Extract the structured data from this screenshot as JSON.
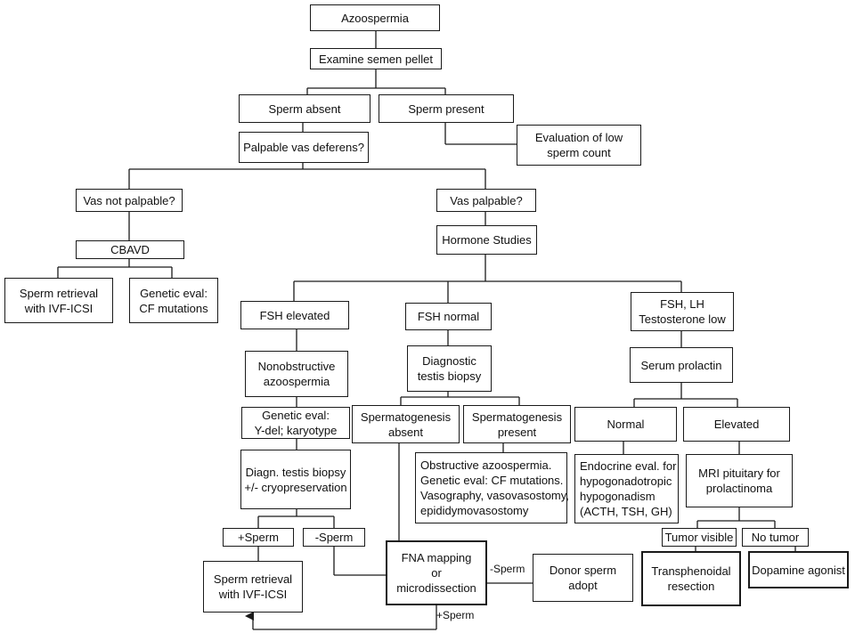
{
  "nodes": {
    "azoospermia": {
      "lines": [
        "Azoospermia"
      ]
    },
    "examine_pellet": {
      "lines": [
        "Examine semen pellet"
      ]
    },
    "sperm_absent": {
      "lines": [
        "Sperm absent"
      ]
    },
    "sperm_present": {
      "lines": [
        "Sperm present"
      ]
    },
    "low_count_eval": {
      "lines": [
        "Evaluation of low",
        "sperm count"
      ]
    },
    "palpable_vas": {
      "lines": [
        "Palpable vas deferens?"
      ]
    },
    "vas_not_palpable": {
      "lines": [
        "Vas not palpable?"
      ]
    },
    "vas_palpable": {
      "lines": [
        "Vas palpable?"
      ]
    },
    "cbavd": {
      "lines": [
        "CBAVD"
      ]
    },
    "hormone_studies": {
      "lines": [
        "Hormone Studies"
      ]
    },
    "retrieval_left": {
      "lines": [
        "Sperm retrieval",
        "with IVF-ICSI"
      ]
    },
    "genetic_cf_left": {
      "lines": [
        "Genetic eval:",
        "CF mutations"
      ]
    },
    "fsh_elevated": {
      "lines": [
        "FSH elevated"
      ]
    },
    "fsh_normal": {
      "lines": [
        "FSH normal"
      ]
    },
    "fsh_lh_low": {
      "lines": [
        "FSH, LH",
        "Testosterone low"
      ]
    },
    "nonobstructive": {
      "lines": [
        "Nonobstructive",
        "azoospermia"
      ]
    },
    "diag_biopsy": {
      "lines": [
        "Diagnostic",
        "testis biopsy"
      ]
    },
    "serum_prolactin": {
      "lines": [
        "Serum prolactin"
      ]
    },
    "genetic_ydel": {
      "lines": [
        "Genetic eval:",
        "Y-del; karyotype"
      ]
    },
    "spermato_absent": {
      "lines": [
        "Spermatogenesis",
        "absent"
      ]
    },
    "spermato_present": {
      "lines": [
        "Spermatogenesis",
        "present"
      ]
    },
    "prolactin_normal": {
      "lines": [
        "Normal"
      ]
    },
    "prolactin_elevated": {
      "lines": [
        "Elevated"
      ]
    },
    "diagn_biopsy_cryo": {
      "lines": [
        "Diagn. testis biopsy",
        "+/- cryopreservation"
      ]
    },
    "obstructive": {
      "lines": [
        "Obstructive azoospermia.",
        "Genetic eval: CF mutations.",
        "Vasography, vasovasostomy,",
        "epididymovasostomy"
      ]
    },
    "endocrine_eval": {
      "lines": [
        "Endocrine eval. for",
        "hypogonadotropic",
        "hypogonadism",
        "(ACTH, TSH, GH)"
      ]
    },
    "mri": {
      "lines": [
        "MRI pituitary for",
        "prolactinoma"
      ]
    },
    "plus_sperm": {
      "lines": [
        "+Sperm"
      ]
    },
    "minus_sperm": {
      "lines": [
        "-Sperm"
      ]
    },
    "tumor_visible": {
      "lines": [
        "Tumor visible"
      ]
    },
    "no_tumor": {
      "lines": [
        "No tumor"
      ]
    },
    "retrieval_bottom": {
      "lines": [
        "Sperm retrieval",
        "with IVF-ICSI"
      ]
    },
    "fna_mapping": {
      "lines": [
        "FNA mapping",
        "or",
        "microdissection"
      ]
    },
    "donor_sperm": {
      "lines": [
        "Donor sperm",
        "adopt"
      ]
    },
    "transphenoidal": {
      "lines": [
        "Transphenoidal",
        "resection"
      ]
    },
    "dopamine": {
      "lines": [
        "Dopamine agonist"
      ]
    }
  },
  "edge_labels": {
    "minus_sperm_to_donor": "-Sperm",
    "plus_sperm_loop": "+Sperm"
  },
  "colors": {
    "ink": "#1a1a1a",
    "background": "#ffffff"
  }
}
